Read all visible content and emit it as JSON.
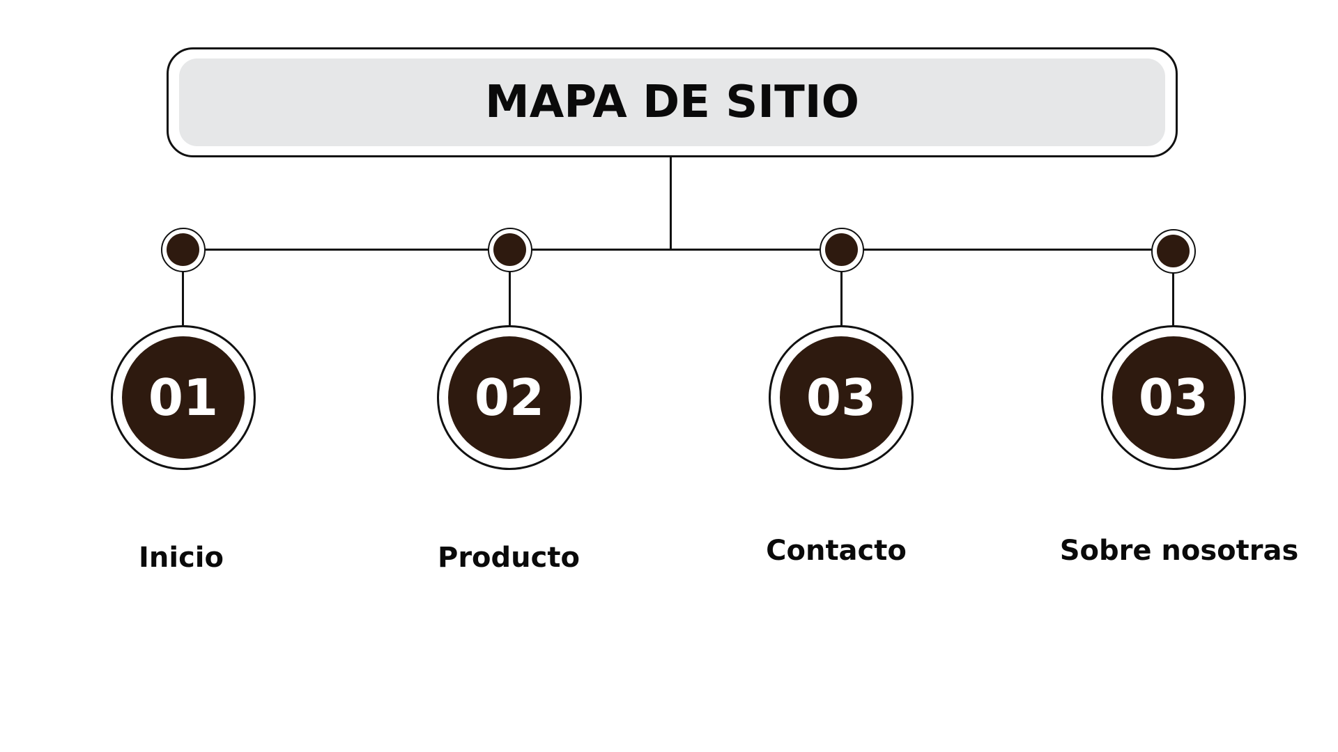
{
  "title": "MAPA DE SITIO",
  "colors": {
    "node_fill": "#2e1a0f",
    "title_fill": "#e6e7e8",
    "outline": "#111111",
    "number_text": "#ffffff"
  },
  "nodes": [
    {
      "number": "01",
      "label": "Inicio"
    },
    {
      "number": "02",
      "label": "Producto"
    },
    {
      "number": "03",
      "label": "Contacto"
    },
    {
      "number": "03",
      "label": "Sobre nosotras"
    }
  ]
}
